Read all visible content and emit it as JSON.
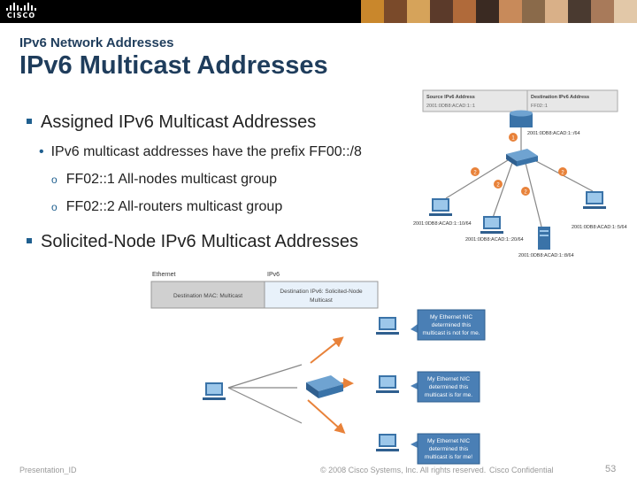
{
  "header": {
    "kicker": "IPv6 Network Addresses",
    "title": "IPv6 Multicast Addresses",
    "logo_text": "CISCO"
  },
  "bullets": {
    "assigned": {
      "heading": "Assigned IPv6 Multicast Addresses",
      "sub": "IPv6 multicast addresses have the prefix FF00::/8",
      "items": [
        "FF02::1 All-nodes multicast group",
        "FF02::2 All-routers multicast group"
      ]
    },
    "solicited": {
      "heading": "Solicited-Node IPv6 Multicast Addresses"
    }
  },
  "diagram1": {
    "table": {
      "src_header": "Source IPv6 Address",
      "src_value": "2001:0DB8:ACAD:1::1",
      "dst_header": "Destination IPv6 Address",
      "dst_value": "FF02::1"
    },
    "router_addr": "2001:0DB8:ACAD:1::/64",
    "markers": [
      "1",
      "2",
      "2",
      "2",
      "2"
    ],
    "hosts": [
      "2001:0DB8:ACAD:1::10/64",
      "2001:0DB8:ACAD:1::20/64",
      "2001:0DB8:ACAD:1::8/64",
      "2001:0DB8:ACAD:1::5/64"
    ]
  },
  "diagram2": {
    "ethernet_label": "Ethernet",
    "ipv6_label": "IPv6",
    "mac_cell": "Destination MAC: Multicast",
    "ipv6_cell_line1": "Destination IPv6: Solicited-Node",
    "ipv6_cell_line2": "Multicast",
    "callouts": [
      [
        "My Ethernet NIC",
        "determined this",
        "multicast is not for me."
      ],
      [
        "My Ethernet NIC",
        "determined this",
        "multicast is for me."
      ],
      [
        "My Ethernet NIC",
        "determined this",
        "multicast is for me!"
      ]
    ]
  },
  "footer": {
    "left": "Presentation_ID",
    "center": "© 2008 Cisco Systems, Inc. All rights reserved.",
    "right": "Cisco Confidential",
    "page": "53"
  },
  "colors": {
    "title": "#1f3d5c",
    "bullet": "#1f5f8f",
    "marker": "#e8823a",
    "callout": "#4a7fb5"
  }
}
